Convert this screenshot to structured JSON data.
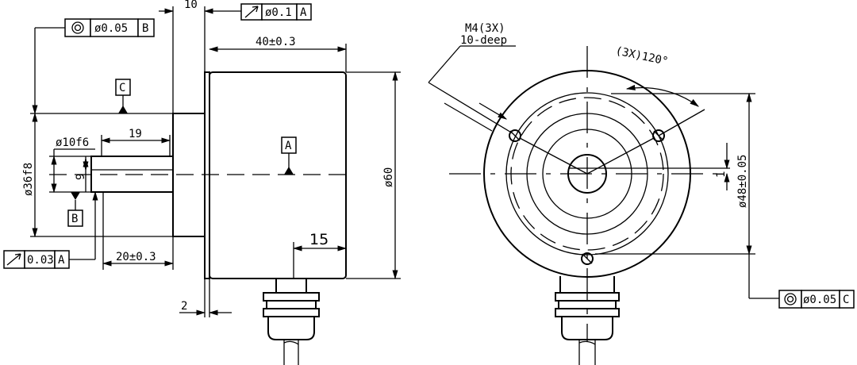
{
  "side_view": {
    "dims": {
      "ten": "10",
      "length": "40±0.3",
      "shaft_len": "19",
      "shaft_dia": "ø10f6",
      "flat": "9",
      "spigot_dia": "ø36f8",
      "body_dia": "ø60",
      "cable_off": "15",
      "flange_to": "20±0.3",
      "flange_thk": "2"
    },
    "datums": {
      "a": "A",
      "b": "B",
      "c": "C"
    },
    "fcf_concentric": {
      "symbol": "concentricity-icon",
      "value": "ø0.05",
      "datum": "B"
    },
    "fcf_runout_top": {
      "symbol": "runout-icon",
      "value": "ø0.1",
      "datum": "A"
    },
    "fcf_runout_left": {
      "symbol": "runout-icon",
      "value": "0.03",
      "datum": "A"
    }
  },
  "front_view": {
    "note_line1": "M4(3X)",
    "note_line2": "10-deep",
    "angle": "(3X)120°",
    "pcd": "ø48±0.05",
    "one": "1",
    "fcf_concentric": {
      "symbol": "concentricity-icon",
      "value": "ø0.05",
      "datum": "C"
    }
  }
}
